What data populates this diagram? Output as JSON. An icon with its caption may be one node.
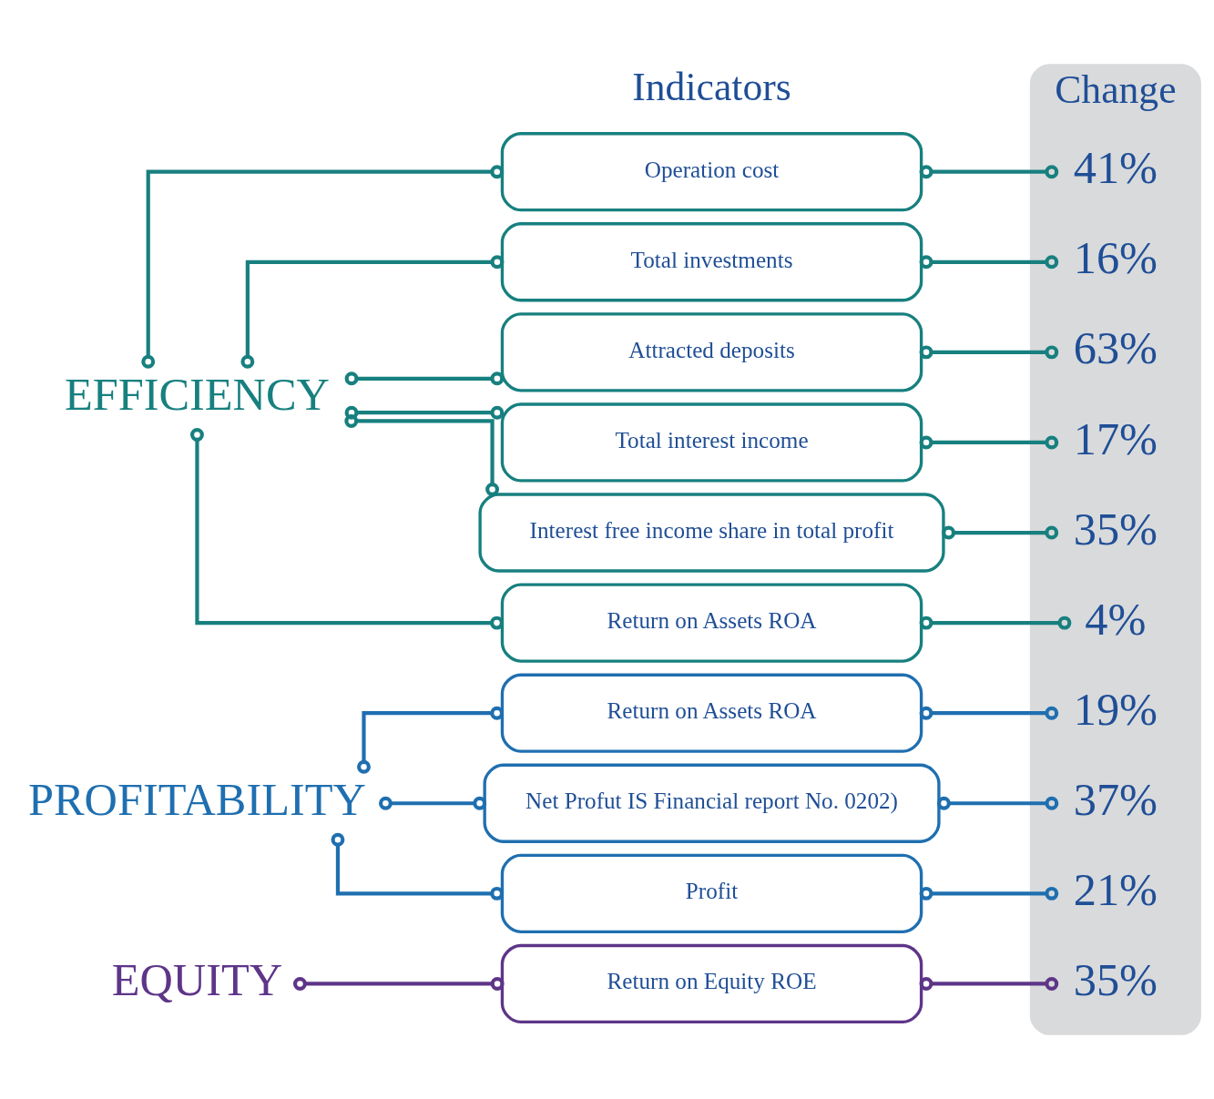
{
  "diagram": {
    "nodes": [
      {
        "text": [
          "EFFICIENCY"
        ]
      },
      {
        "text": [
          "Operation cost"
        ]
      },
      {
        "text": [
          "Total investments"
        ]
      },
      {
        "text": [
          "Attracted deposits"
        ]
      },
      {
        "text": [
          "Total interest income"
        ]
      },
      {
        "text": [
          "Interest free income share in total profit"
        ]
      },
      {
        "text": [
          "Return on Assets ROA"
        ]
      },
      {
        "text": [
          "PROFITABILITY"
        ]
      },
      {
        "text": [
          "Return on Assets ROA"
        ]
      },
      {
        "text": [
          "Net Profut IS Financial report No. 0202)"
        ]
      },
      {
        "text": [
          "Profit"
        ]
      },
      {
        "text": [
          "EQUITY"
        ]
      },
      {
        "text": [
          "Return on Equity ROE"
        ]
      },
      {
        "text": [
          "Change"
        ]
      },
      {
        "text": [
          "41%"
        ],
        "in": 13
      },
      {
        "text": [
          "16%"
        ],
        "in": 13
      },
      {
        "text": [
          "63%"
        ],
        "in": 13
      },
      {
        "text": [
          "17%"
        ],
        "in": 13
      },
      {
        "text": [
          "35%"
        ],
        "in": 13
      },
      {
        "text": [
          "4%"
        ],
        "in": 13
      },
      {
        "text": [
          "19%"
        ],
        "in": 13
      },
      {
        "text": [
          "37%"
        ],
        "in": 13
      },
      {
        "text": [
          "21%"
        ],
        "in": 13
      },
      {
        "text": [
          "35%"
        ],
        "in": 13
      }
    ],
    "edges": [
      {
        "from": 0,
        "to": 1,
        "arrow": "other"
      },
      {
        "from": 0,
        "to": 2,
        "arrow": "other"
      },
      {
        "from": 0,
        "to": 3,
        "arrow": "other"
      },
      {
        "from": 0,
        "to": 4,
        "arrow": "other"
      },
      {
        "from": 0,
        "to": 5,
        "arrow": "other"
      },
      {
        "from": 0,
        "to": 6,
        "arrow": "other"
      },
      {
        "from": 7,
        "to": 8,
        "arrow": "other",
        "color": "#1f6fb0"
      },
      {
        "from": 7,
        "to": 9,
        "arrow": "other",
        "color": "#1f6fb0"
      },
      {
        "from": 7,
        "to": 10,
        "arrow": "other",
        "color": "#1f6fb0"
      },
      {
        "from": 11,
        "to": 12,
        "arrow": "other",
        "color": "#5e3588"
      },
      {
        "from": 1,
        "to": 14,
        "arrow": "other"
      },
      {
        "from": 2,
        "to": 15,
        "arrow": "other"
      },
      {
        "from": 3,
        "to": 16,
        "arrow": "other"
      },
      {
        "from": 4,
        "to": 17,
        "arrow": "other"
      },
      {
        "from": 5,
        "to": 18,
        "arrow": "other"
      },
      {
        "from": 6,
        "to": 19,
        "arrow": "other"
      },
      {
        "from": 8,
        "to": 20,
        "arrow": "other",
        "color": "#1f6fb0"
      },
      {
        "from": 9,
        "to": 21,
        "arrow": "other",
        "color": "#1f6fb0"
      },
      {
        "from": 10,
        "to": 22,
        "arrow": "other",
        "color": "#1f6fb0"
      },
      {
        "from": 12,
        "to": 23,
        "arrow": "other",
        "color": "#5e3588"
      }
    ],
    "labels": [
      "Indicators"
    ]
  }
}
